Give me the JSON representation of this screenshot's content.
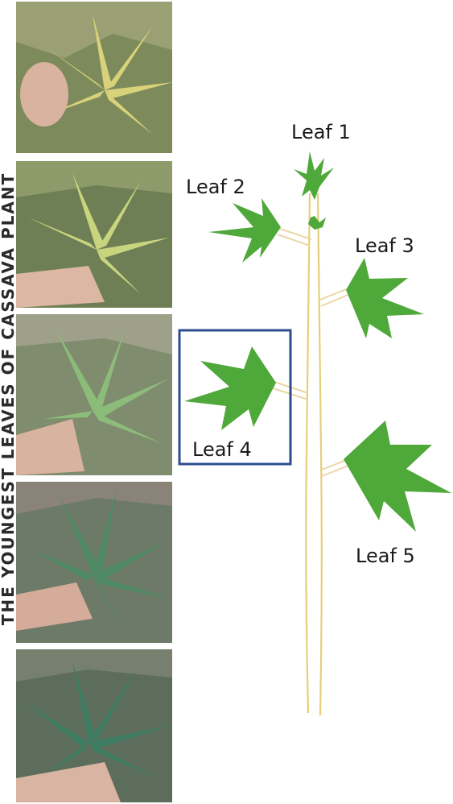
{
  "side_title": "THE YOUNGEST LEAVES OF CASSAVA PLANT",
  "leaf_labels": [
    "Leaf 1",
    "Leaf 2",
    "Leaf 3",
    "Leaf 4",
    "Leaf 5"
  ],
  "highlighted_leaf": "Leaf 4",
  "photos": [
    {
      "id": "photo-1",
      "leaf_color": "#d8d27a",
      "bg_color": "#7d8a5c"
    },
    {
      "id": "photo-2",
      "leaf_color": "#c9d57e",
      "bg_color": "#6f7f55"
    },
    {
      "id": "photo-3",
      "leaf_color": "#8cbc7a",
      "bg_color": "#808c6e"
    },
    {
      "id": "photo-4",
      "leaf_color": "#4f8a64",
      "bg_color": "#6e7a68"
    },
    {
      "id": "photo-5",
      "leaf_color": "#3f7d62",
      "bg_color": "#5c6d5c"
    }
  ],
  "colors": {
    "leaf_green": "#4fa83a",
    "stem": "#e6cf7a",
    "highlight_box": "#2e4d8f"
  }
}
